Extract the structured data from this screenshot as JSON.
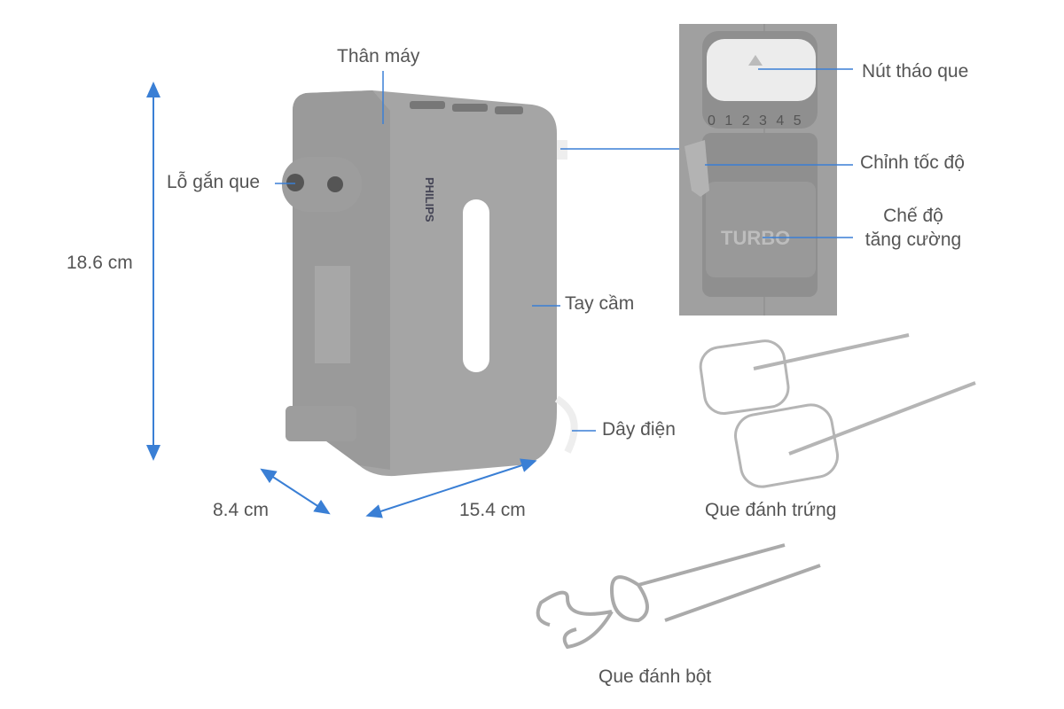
{
  "labels": {
    "body": "Thân máy",
    "beater_holes": "Lỗ gắn que",
    "height": "18.6 cm",
    "handle": "Tay cầm",
    "cord": "Dây điện",
    "depth": "8.4 cm",
    "width": "15.4 cm",
    "eject_button": "Nút tháo que",
    "speed_control": "Chỉnh tốc độ",
    "turbo_line1": "Chế độ",
    "turbo_line2": "tăng cường",
    "whisks": "Que đánh trứng",
    "dough_hooks": "Que đánh bột"
  },
  "product": {
    "brand": "PHILIPS",
    "speed_scale": "0 1 2 3 4 5",
    "turbo_text": "TURBO"
  },
  "colors": {
    "callout_line": "#3a7fd5",
    "body": "#a3a3a3",
    "text": "#555555"
  }
}
